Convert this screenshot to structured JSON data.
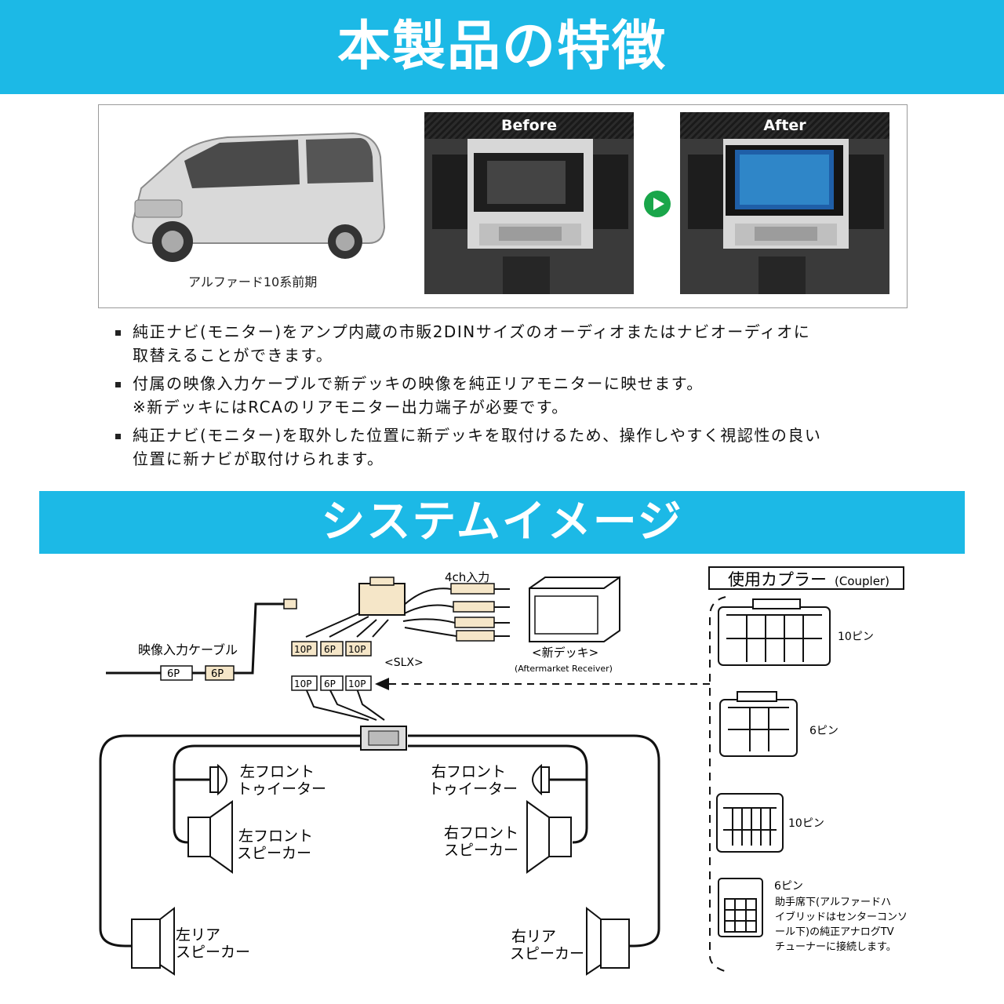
{
  "banners": {
    "features": "本製品の特徴",
    "system": "システムイメージ"
  },
  "gallery": {
    "car_caption": "アルファード10系前期",
    "before": "Before",
    "after": "After"
  },
  "features": [
    {
      "line1": "純正ナビ(モニター)をアンプ内蔵の市販2DINサイズのオーディオまたはナビオーディオに",
      "line2": "取替えることができます。"
    },
    {
      "line1": "付属の映像入力ケーブルで新デッキの映像を純正リアモニターに映せます。",
      "line2": "※新デッキにはRCAのリアモニター出力端子が必要です。"
    },
    {
      "line1": "純正ナビ(モニター)を取外した位置に新デッキを取付けるため、操作しやすく視認性の良い",
      "line2": "位置に新ナビが取付けられます。"
    }
  ],
  "diagram": {
    "input_4ch": "4ch入力",
    "video_cable": "映像入力ケーブル",
    "slx": "<SLX>",
    "new_deck": "<新デッキ>",
    "new_deck_en": "(Aftermarket Receiver)",
    "conn_10p": "10P",
    "conn_6p": "6P",
    "coupler_title": "使用カプラー",
    "coupler_en": "(Coupler)",
    "pin10": "10ピン",
    "pin6": "6ピン",
    "pin6_note": [
      "助手席下(アルファードハ",
      "イブリッドはセンターコンソ",
      "ール下)の純正アナログTV",
      "チューナーに接続します。"
    ],
    "left_front_tweeter": [
      "左フロント",
      "トゥイーター"
    ],
    "right_front_tweeter": [
      "右フロント",
      "トゥイーター"
    ],
    "left_front_speaker": [
      "左フロント",
      "スピーカー"
    ],
    "right_front_speaker": [
      "右フロント",
      "スピーカー"
    ],
    "left_rear_speaker": [
      "左リア",
      "スピーカー"
    ],
    "right_rear_speaker": [
      "右リア",
      "スピーカー"
    ]
  },
  "colors": {
    "banner": "#1cb9e6",
    "play": "#19a64a"
  }
}
